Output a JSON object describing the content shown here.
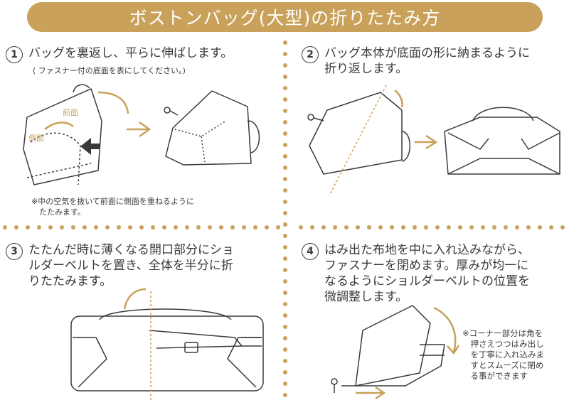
{
  "title": "ボストンバッグ(大型)の折りたたみ方",
  "colors": {
    "accent": "#c9a15a",
    "ink": "#3a3a3a"
  },
  "steps": [
    {
      "num": "1",
      "text": "バッグを裏返し、平らに伸ばします。",
      "sub": "( ファスナー付の底面を表にしてください。)",
      "labels": [
        "前面",
        "側面"
      ],
      "note": "※中の空気を抜いて前面に側面を重ねるように\n　たたみます。"
    },
    {
      "num": "2",
      "text": "バッグ本体が底面の形に納まるように\n折り返します。"
    },
    {
      "num": "3",
      "text": "たたんだ時に薄くなる開口部分にショ\nルダーベルトを置き、全体を半分に折\nりたたみます。"
    },
    {
      "num": "4",
      "text": "はみ出た布地を中に入れ込みながら、\nファスナーを閉めます。厚みが均一に\nなるようにショルダーベルトの位置を\n微調整します。",
      "note": "※コーナー部分は角を\n　押さえつつはみ出し\n　を丁寧に入れ込みま\n　すとスムーズに閉め\n　る事ができます"
    }
  ]
}
